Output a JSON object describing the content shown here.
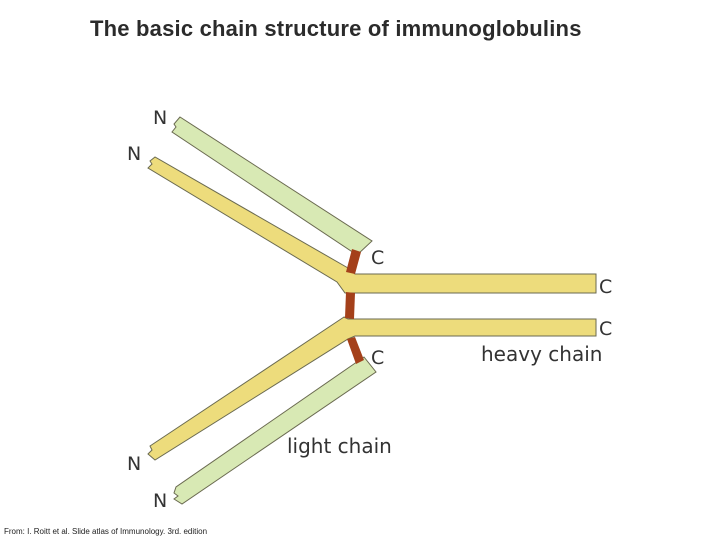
{
  "title": "The basic chain structure of immunoglobulins",
  "credit": "From: I. Roitt et al. Slide atlas of Immunology. 3rd. edition",
  "labels": {
    "n": "N",
    "c": "C",
    "heavy_chain": "heavy chain",
    "light_chain": "light chain"
  },
  "colors": {
    "heavy_chain": "#eddc7c",
    "light_chain": "#d8e9b4",
    "disulfide_bond": "#a4401a",
    "outline": "#6a6a50"
  }
}
